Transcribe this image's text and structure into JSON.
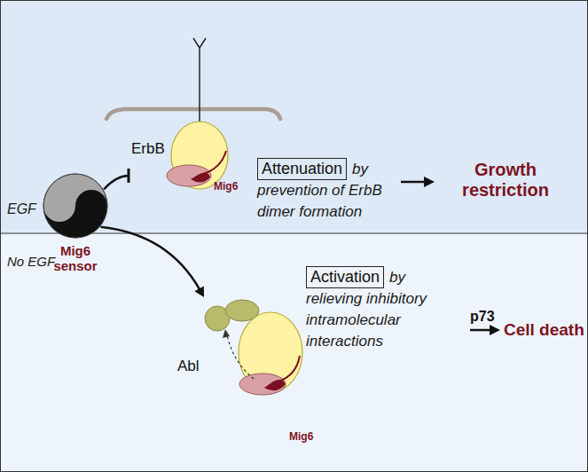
{
  "diagram": {
    "nodes": [
      {
        "text": [
          "Mig6 sensor"
        ]
      },
      {
        "text": [
          "ErbB",
          "Mig6"
        ]
      },
      {
        "text": [
          "Abl",
          "Mig6"
        ]
      },
      {
        "text": [
          "Attenuation"
        ]
      },
      {
        "text": [
          "Activation"
        ]
      }
    ],
    "edges": [
      {
        "from": 0,
        "to": 1,
        "arrow": "to"
      },
      {
        "from": 0,
        "to": 2,
        "arrow": "to"
      }
    ],
    "labels": [
      "EGF",
      "No EGF",
      "by prevention of ErbB dimer formation",
      "Growth restriction",
      "by relieving inhibitory intramolecular interactions",
      "p73",
      "Cell death"
    ]
  }
}
